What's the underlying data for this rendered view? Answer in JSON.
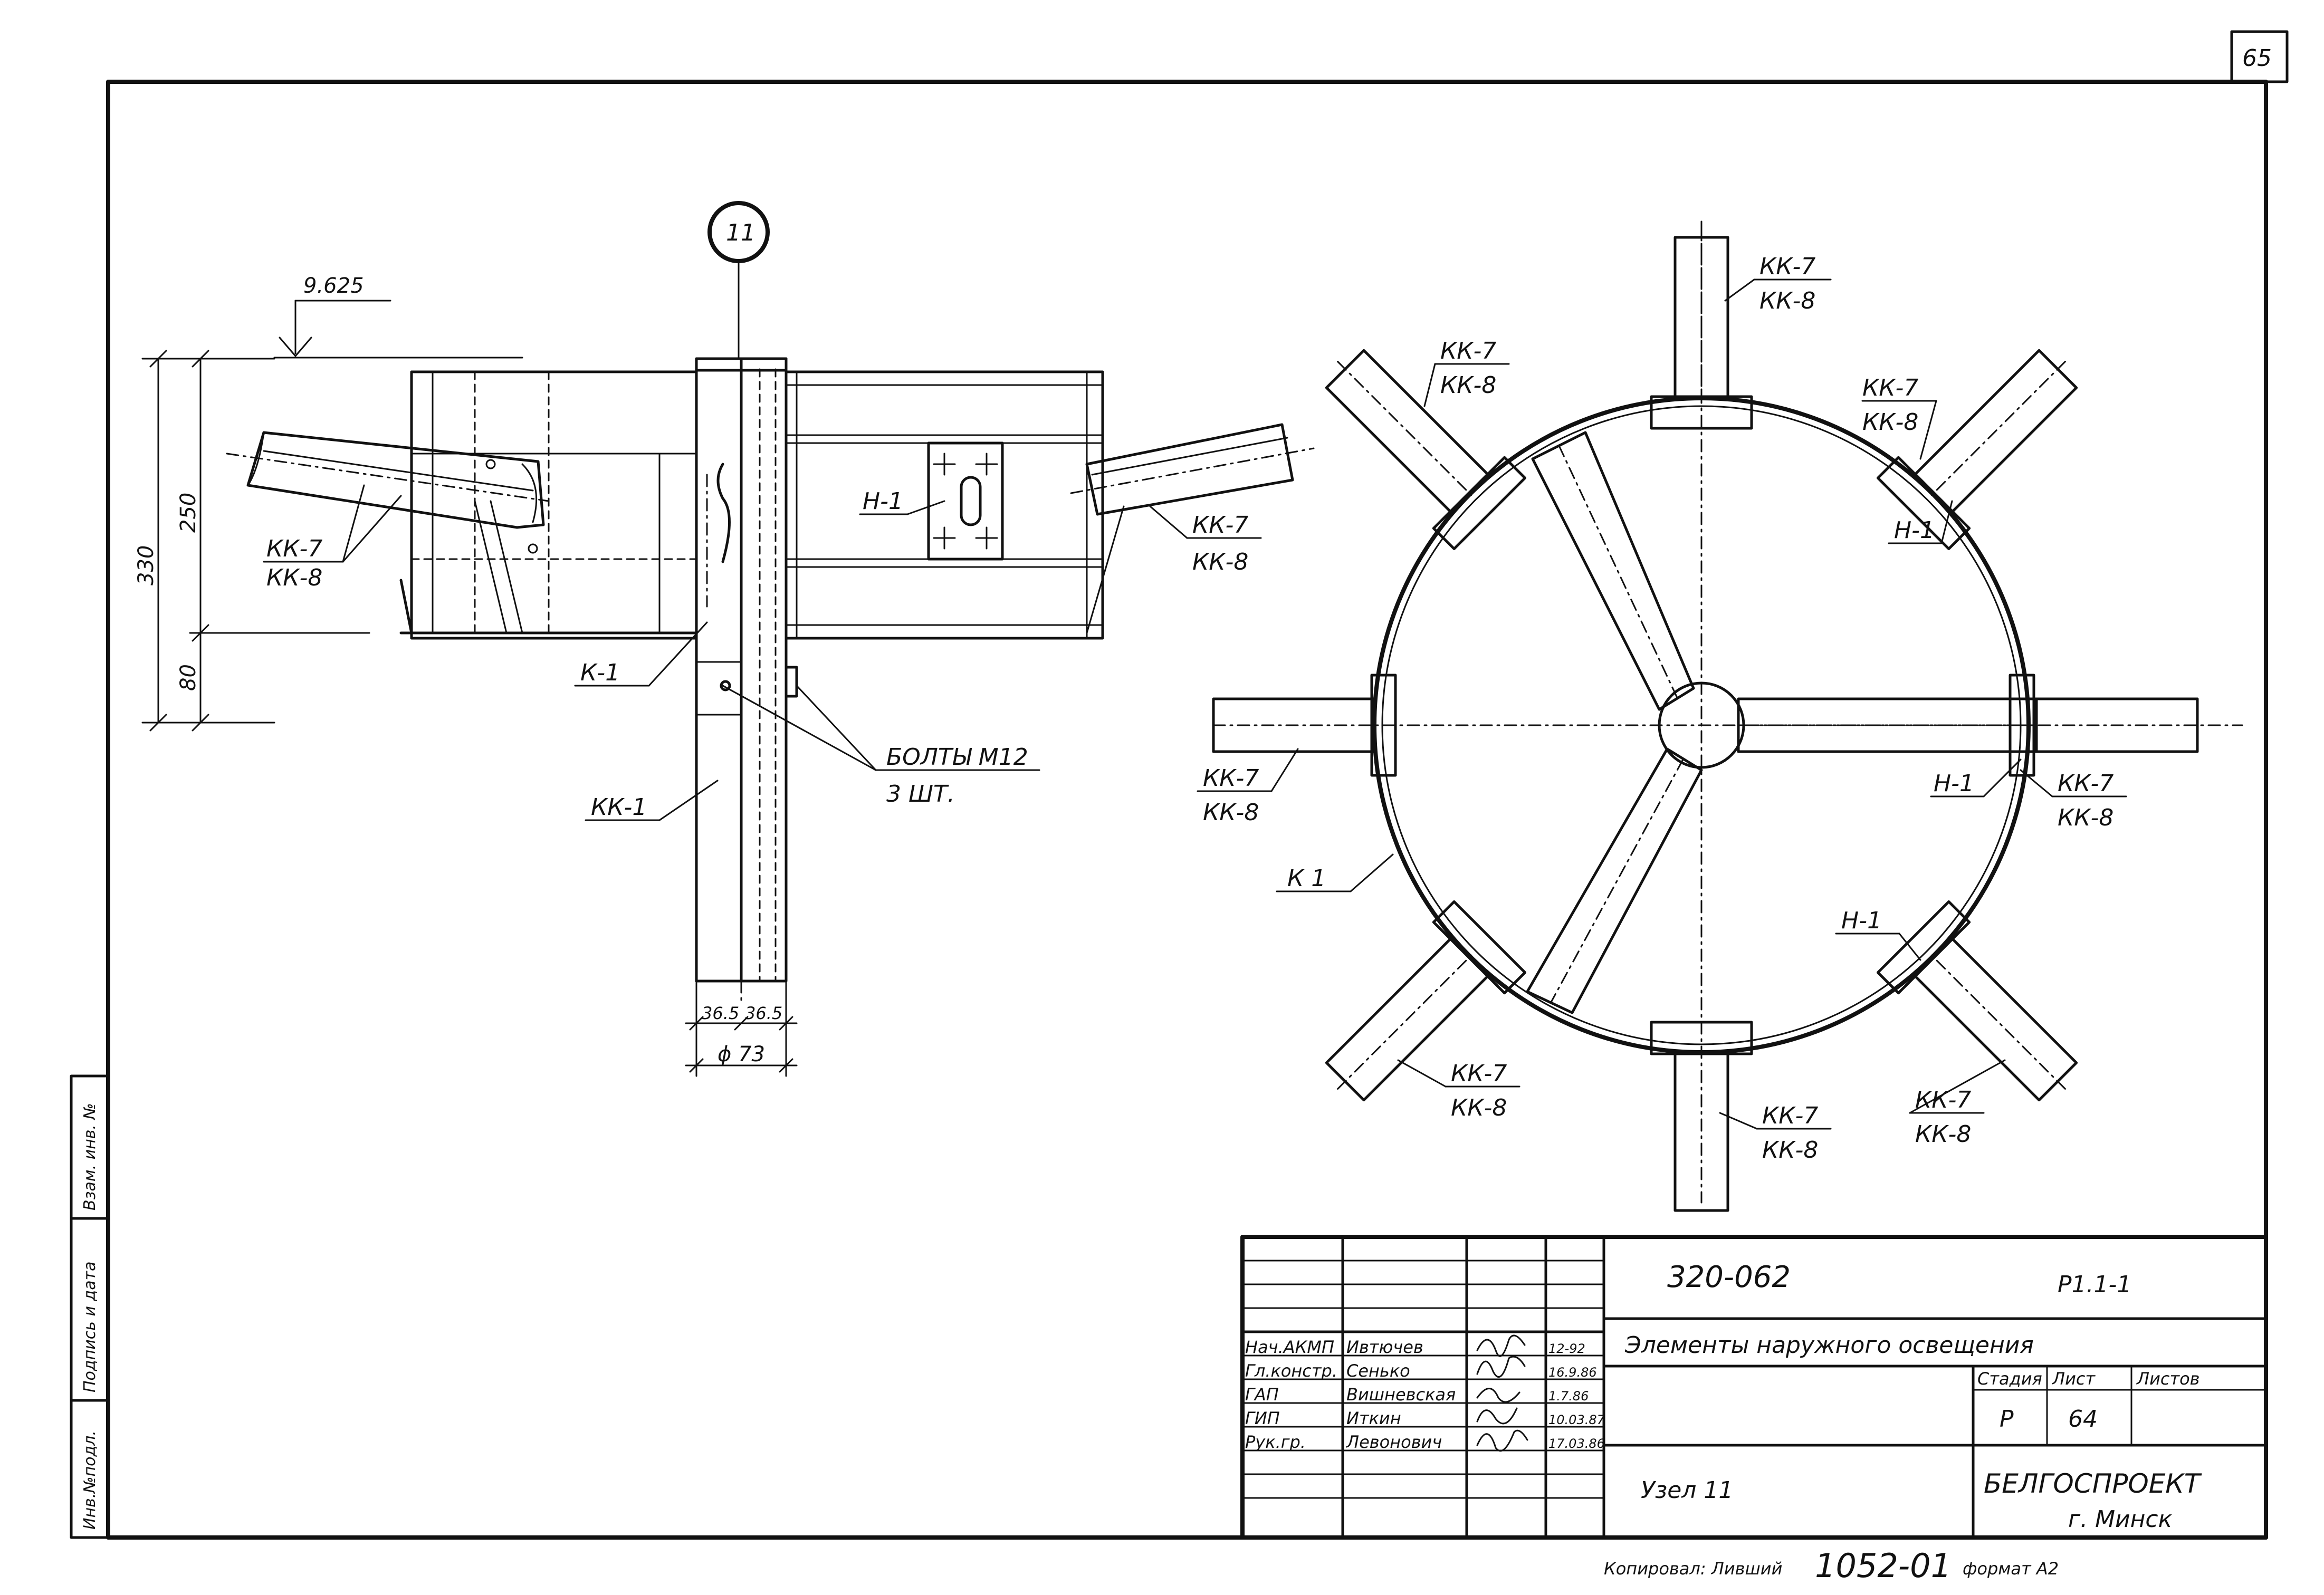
{
  "sheet": {
    "page_number": "65"
  },
  "node_marker": "11",
  "left_view": {
    "elevation": "9.625",
    "dimensions": {
      "total": "330",
      "upper": "250",
      "lower": "80",
      "half_a": "36.5",
      "half_b": "36.5",
      "diameter": "ϕ 73"
    },
    "labels": {
      "kk7_left": "КК-7",
      "kk8_left": "КК-8",
      "h1": "Н-1",
      "kk7_right": "КК-7",
      "kk8_right": "КК-8",
      "k1": "К-1",
      "bolts": "БОЛТЫ М12",
      "bolts_count": "3 ШТ.",
      "kk1": "КК-1"
    }
  },
  "plan_view": {
    "labels": {
      "kk7_top": "КК-7",
      "kk8_top": "КК-8",
      "kk7_tl": "КК-7",
      "kk8_tl": "КК-8",
      "kk7_tr": "КК-7",
      "kk8_tr": "КК-8",
      "h1_tr": "Н-1",
      "kk7_l": "КК-7",
      "kk8_l": "КК-8",
      "h1_r": "Н-1",
      "kk7_r": "КК-7",
      "kk8_r": "КК-8",
      "k1": "К 1",
      "h1_br": "Н-1",
      "kk7_bl": "КК-7",
      "kk8_bl": "КК-8",
      "kk7_b": "КК-7",
      "kk8_b": "КК-8",
      "kk7_br": "КК-7",
      "kk8_br": "КК-8"
    }
  },
  "side_stamp": {
    "field1": "Инв.№подл.",
    "field2": "Подпись и дата",
    "field3": "Взам. инв. №"
  },
  "title_block": {
    "doc_code": "320-062",
    "sheet_code": "Р1.1-1",
    "title": "Элементы наружного освещения",
    "subtitle": "Узел 11",
    "stage_header": "Стадия",
    "sheet_header": "Лист",
    "sheets_header": "Листов",
    "stage": "Р",
    "sheet_no": "64",
    "sheets_total": "",
    "org": "БЕЛГОСПРОЕКТ",
    "city": "г. Минск",
    "staff": [
      {
        "role": "Нач.АКМП",
        "name": "Ивтючев",
        "date": "12-92"
      },
      {
        "role": "Гл.констр.",
        "name": "Сенько",
        "date": "16.9.86"
      },
      {
        "role": "ГАП",
        "name": "Вишневская",
        "date": "1.7.86"
      },
      {
        "role": "ГИП",
        "name": "Иткин",
        "date": "10.03.87"
      },
      {
        "role": "Рук.гр.",
        "name": "Левонович",
        "date": "17.03.86"
      }
    ],
    "copied": "Копировал: Ливший",
    "order_no": "1052-01",
    "format": "формат А2"
  }
}
